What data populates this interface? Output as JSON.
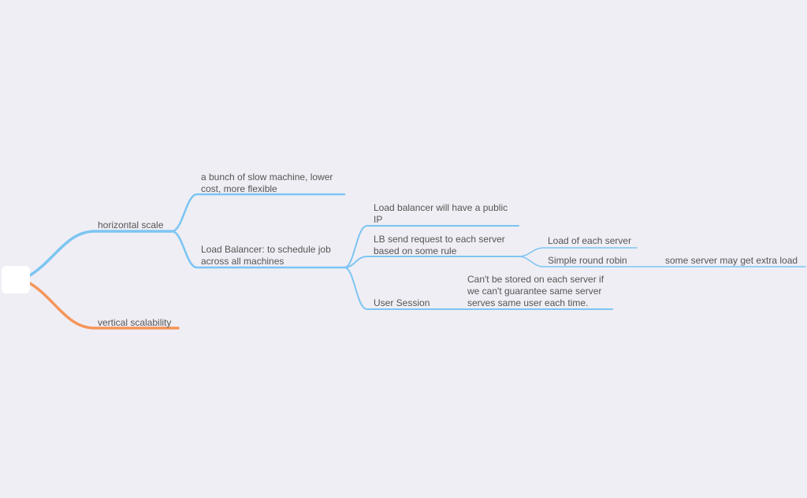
{
  "colors": {
    "background": "#efeef4",
    "branch_blue": "#7cc5f2",
    "branch_orange": "#f5955a",
    "text": "#555555",
    "root": "#ffffff"
  },
  "mindmap": {
    "root": {
      "label": ""
    },
    "nodes": {
      "horizontal_scale": "horizontal scale",
      "slow_machines": "a bunch of slow machine, lower cost, more flexible",
      "load_balancer": "Load Balancer: to schedule job across all machines",
      "public_ip": "Load balancer will have a public IP",
      "lb_send_request": "LB send request to each server based on some rule",
      "load_of_each_server": "Load of each server",
      "round_robin": "Simple round robin",
      "extra_load": "some server may get extra load",
      "user_session": "User Session",
      "session_note": "Can't be stored on each server if we can't guarantee same server serves same user each time.",
      "vertical_scalability": "vertical scalability"
    }
  }
}
